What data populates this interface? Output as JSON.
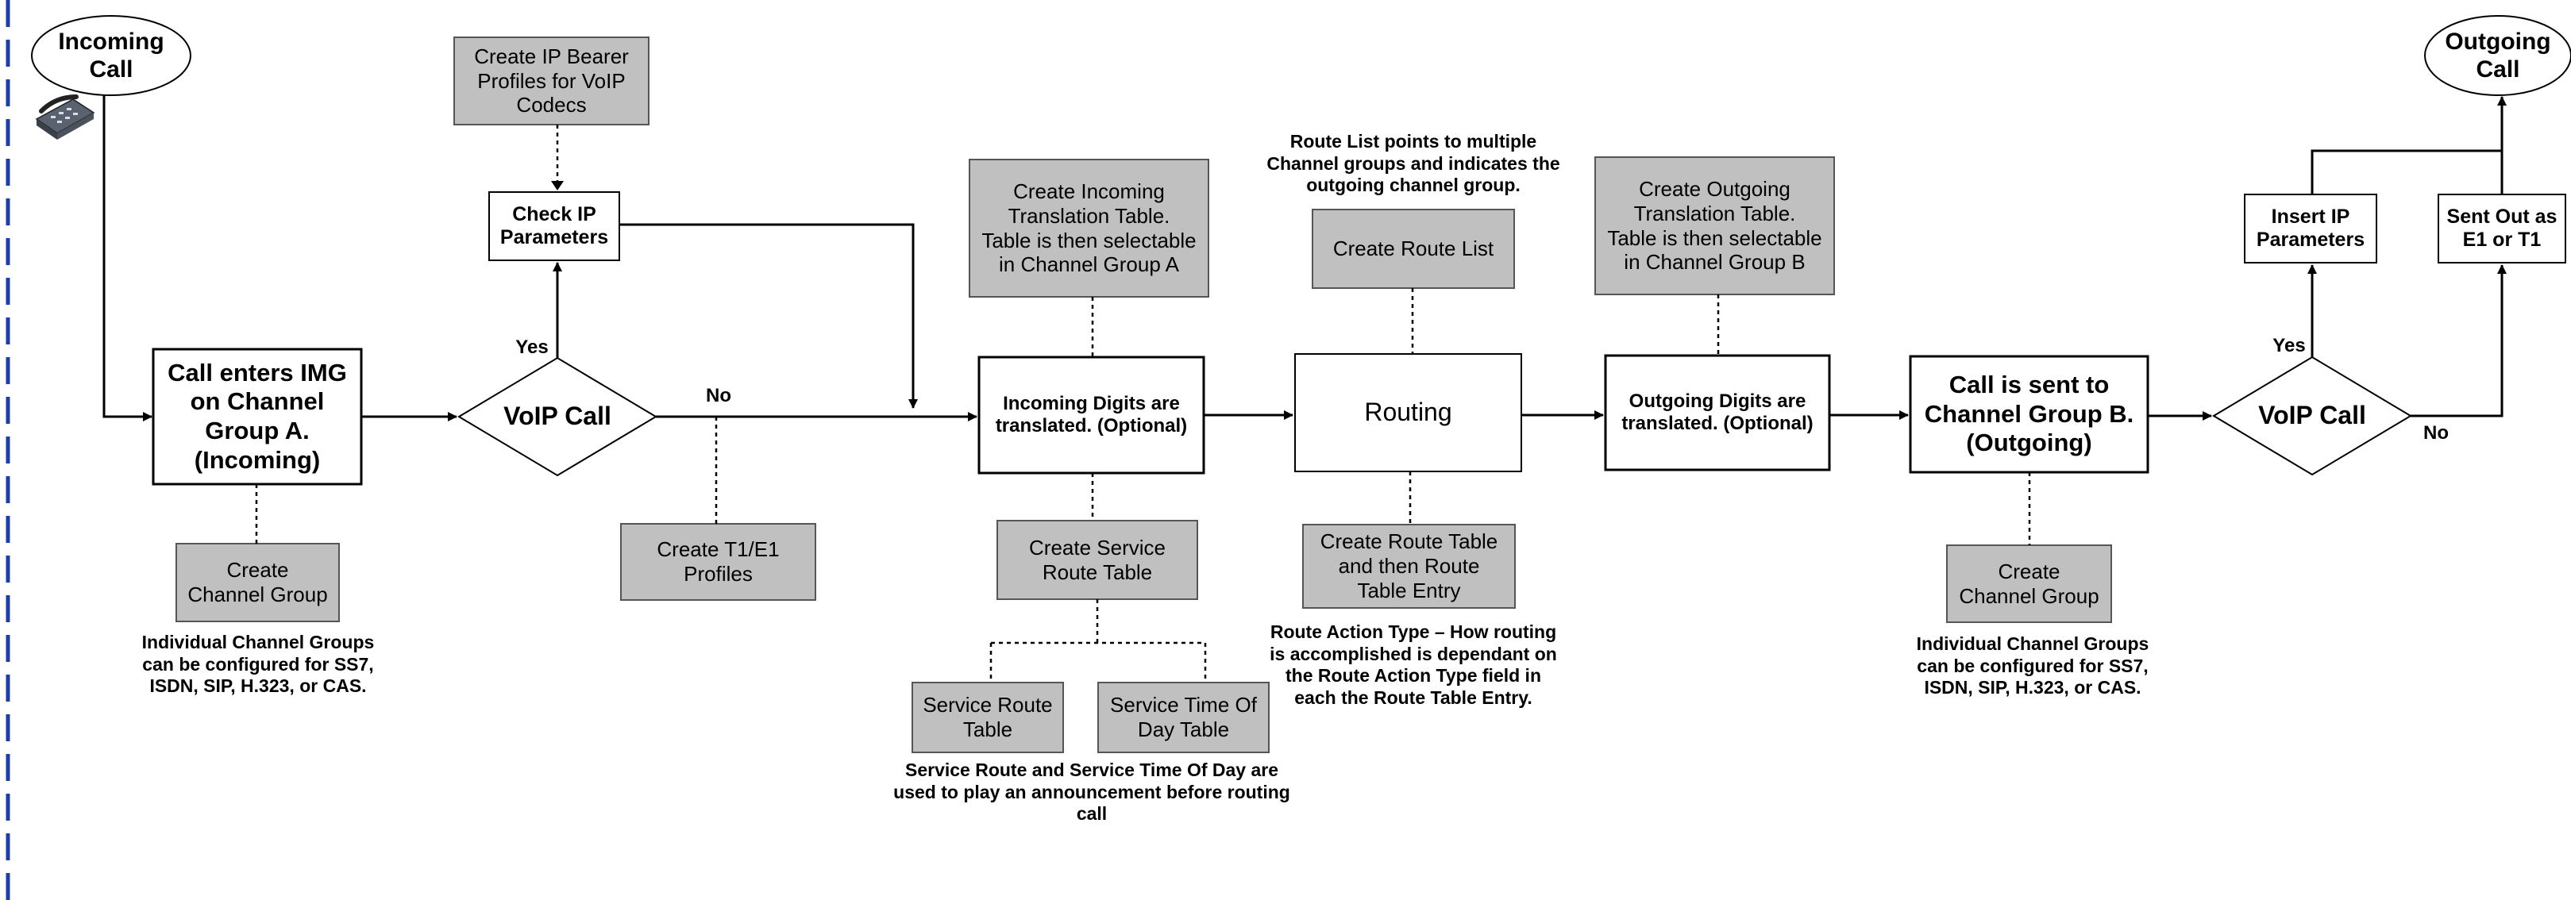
{
  "colors": {
    "gray_fill": "#c0c0c0",
    "line": "#000000",
    "left_rule": "#1f3f9f"
  },
  "icons": {
    "phone": "telephone-icon"
  },
  "terminals": {
    "incoming": "Incoming\nCall",
    "outgoing": "Outgoing\nCall"
  },
  "main": {
    "call_enters": "Call enters IMG\non Channel\nGroup A.\n(Incoming)",
    "voip_call_1": "VoIP Call",
    "check_ip": "Check IP\nParameters",
    "incoming_digits": "Incoming Digits are\ntranslated. (Optional)",
    "routing": "Routing",
    "outgoing_digits": "Outgoing Digits are\ntranslated. (Optional)",
    "call_sent": "Call is sent to\nChannel Group B.\n(Outgoing)",
    "voip_call_2": "VoIP Call",
    "insert_ip": "Insert IP\nParameters",
    "sent_out": "Sent Out as\nE1 or T1"
  },
  "config": {
    "ip_bearer": "Create IP Bearer\nProfiles for VoIP\nCodecs",
    "channel_group_a": "Create\nChannel Group",
    "t1e1": "Create T1/E1\nProfiles",
    "incoming_table": "Create Incoming\nTranslation Table.\nTable is then selectable\nin Channel Group A",
    "service_route": "Create Service\nRoute Table",
    "service_route_table": "Service Route\nTable",
    "service_tod_table": "Service Time Of\nDay Table",
    "route_list": "Create Route List",
    "route_table": "Create Route Table\nand then Route\nTable Entry",
    "outgoing_table": "Create Outgoing\nTranslation Table.\nTable is then selectable\nin Channel Group B",
    "channel_group_b": "Create\nChannel Group"
  },
  "notes": {
    "channel_groups_a": "Individual Channel Groups\ncan be configured for SS7,\nISDN, SIP, H.323, or CAS.",
    "service_route": "Service Route and Service Time Of Day are\nused to play an announcement before routing\ncall",
    "route_list": "Route List points to multiple\nChannel groups and indicates the\noutgoing channel group.",
    "route_action": "Route Action Type – How routing\nis accomplished is dependant on\nthe Route Action Type field in\neach the Route Table Entry.",
    "channel_groups_b": "Individual Channel Groups\ncan be configured for SS7,\nISDN, SIP, H.323, or CAS."
  },
  "edge_labels": {
    "yes_1": "Yes",
    "no_1": "No",
    "yes_2": "Yes",
    "no_2": "No"
  }
}
